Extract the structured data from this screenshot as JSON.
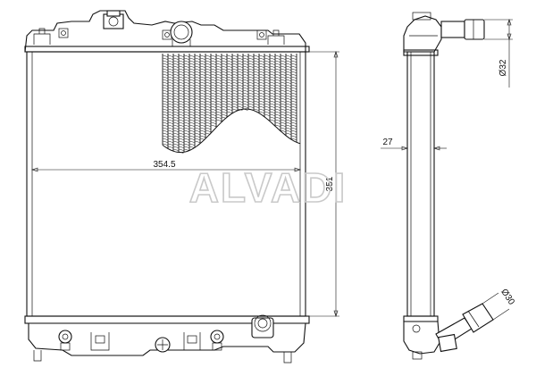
{
  "watermark": "ALVADI",
  "dimensions": {
    "width": "354.5",
    "height": "351",
    "depth": "27",
    "inlet_diameter": "Ø32",
    "outlet_diameter": "Ø30"
  }
}
